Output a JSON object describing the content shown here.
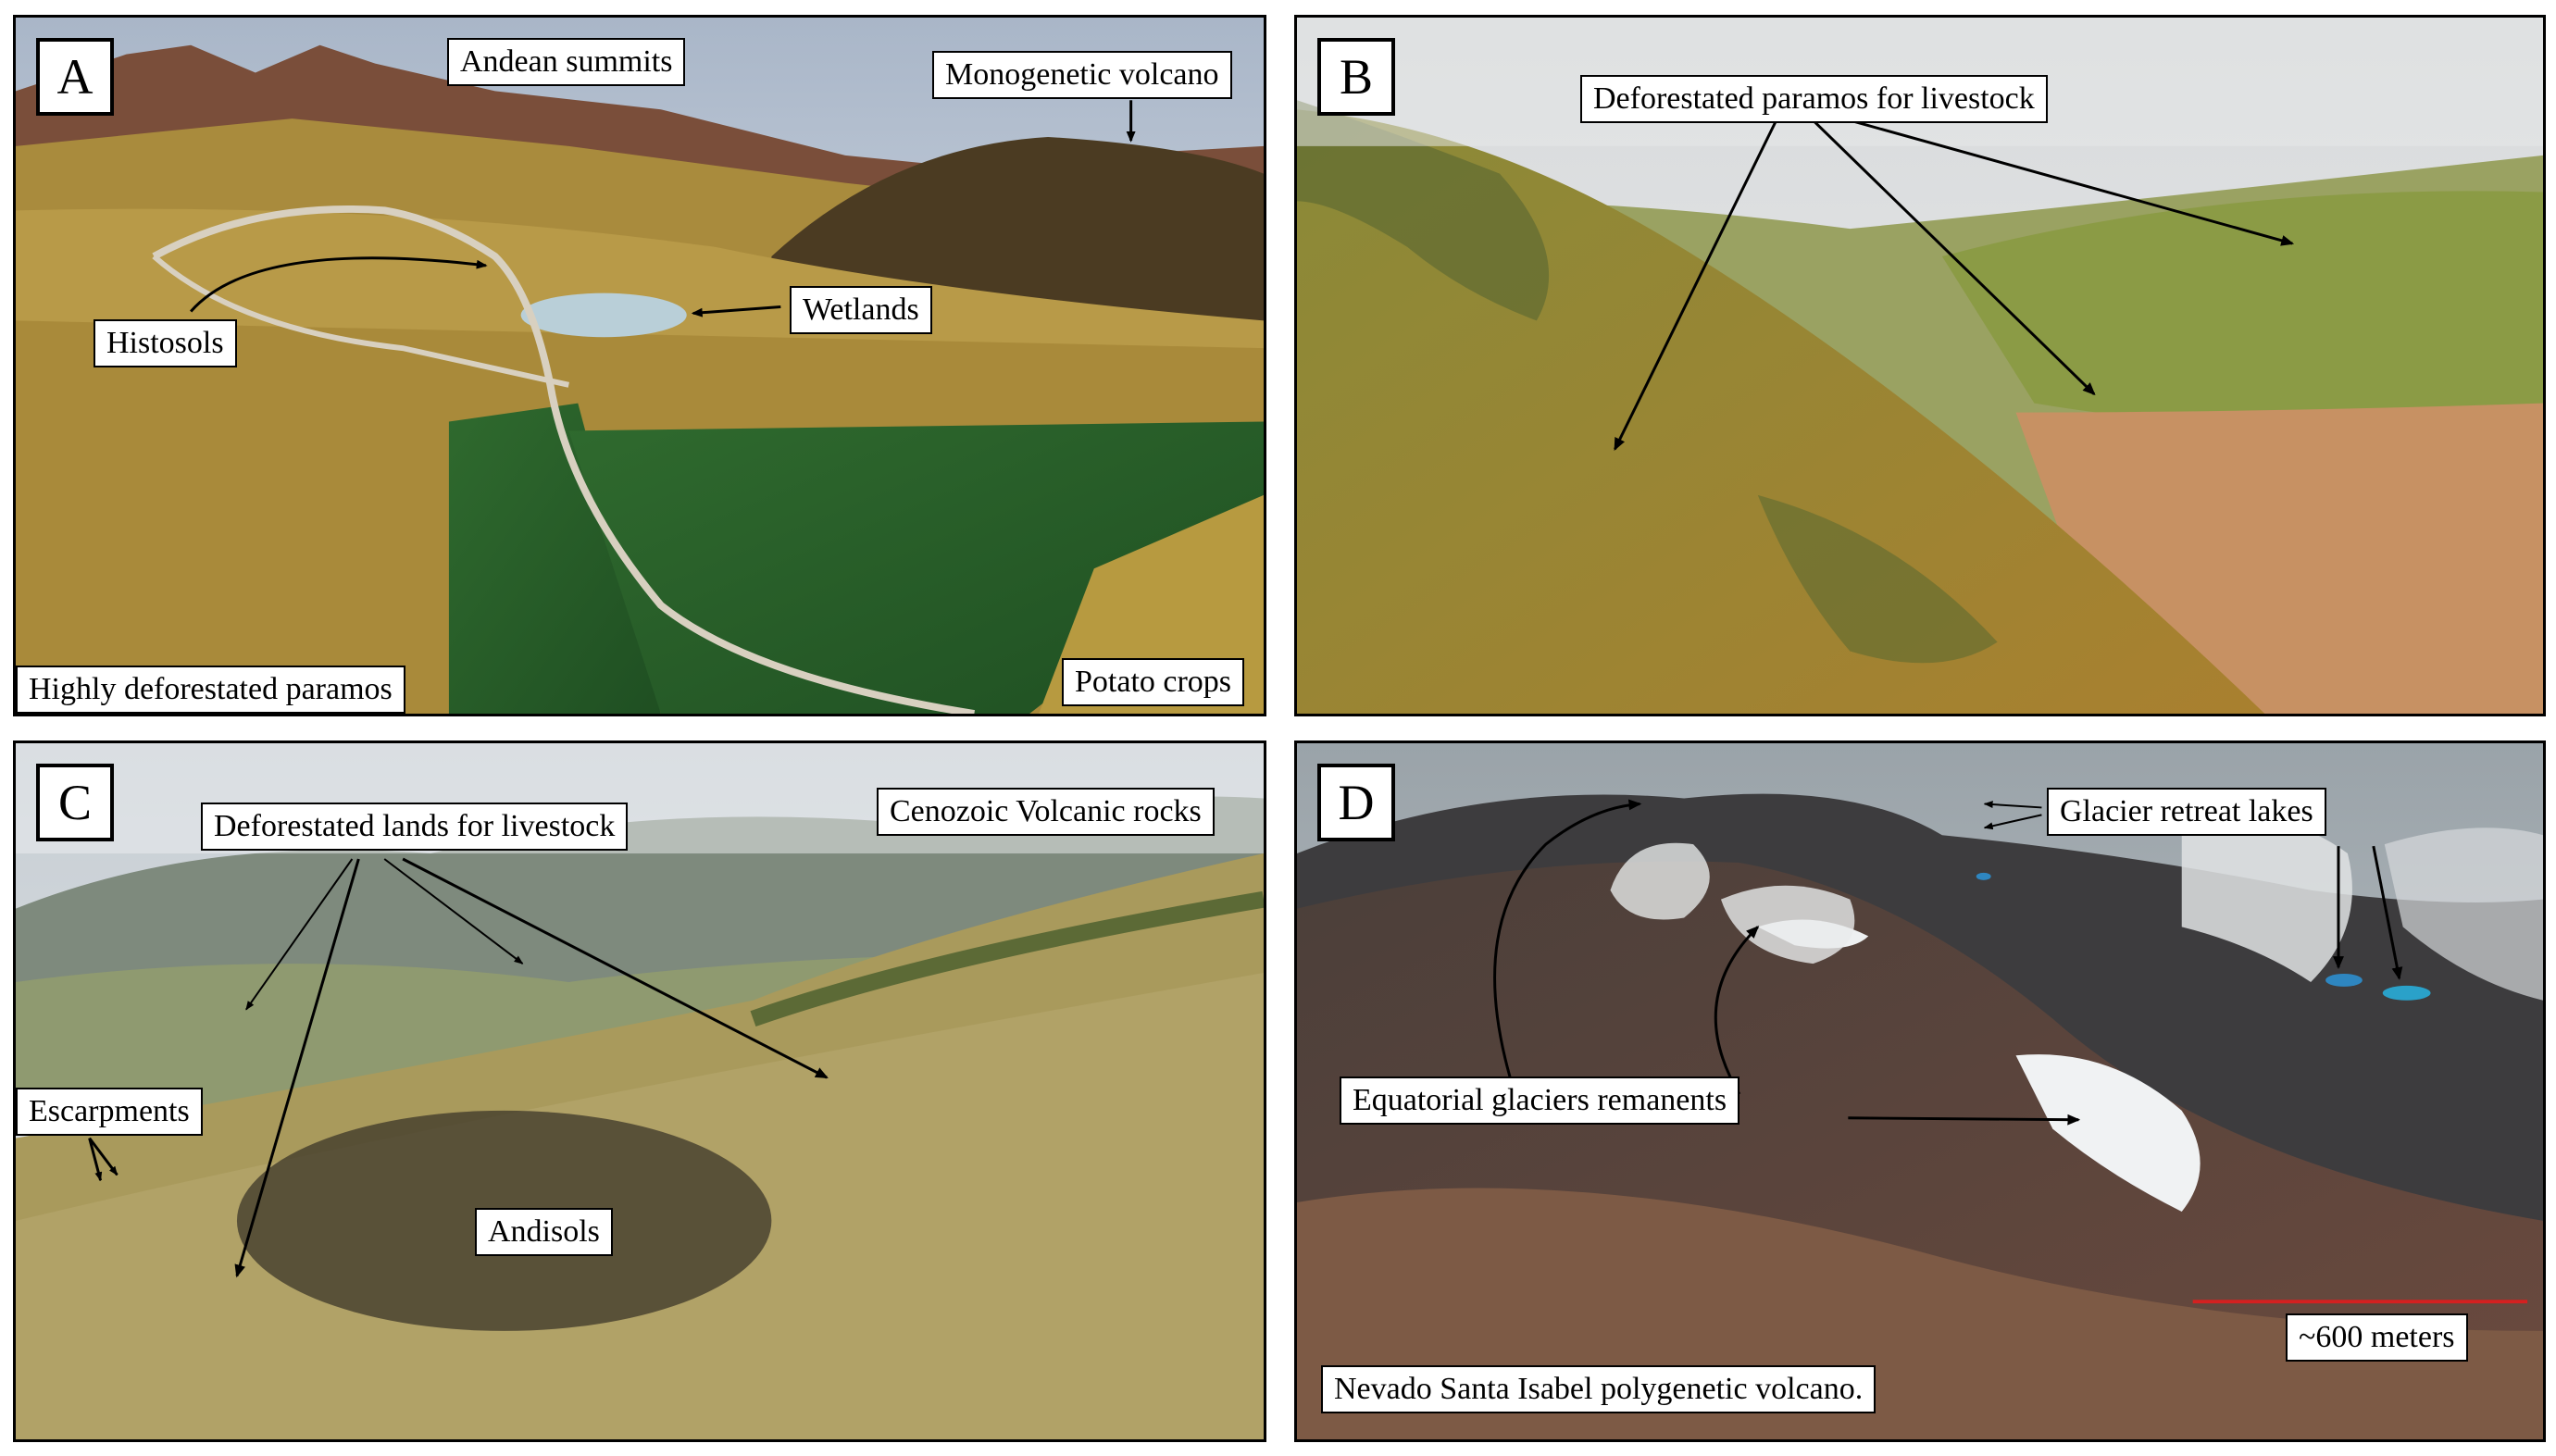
{
  "panels": {
    "a": {
      "letter": "A",
      "labels": {
        "andean_summits": "Andean summits",
        "monogenetic_volcano": "Monogenetic volcano",
        "histosols": "Histosols",
        "wetlands": "Wetlands",
        "highly_deforestated": "Highly deforestated paramos",
        "potato_crops": "Potato crops"
      }
    },
    "b": {
      "letter": "B",
      "labels": {
        "deforestated_paramos": "Deforestated paramos for livestock"
      }
    },
    "c": {
      "letter": "C",
      "labels": {
        "deforestated_lands": "Deforestated lands for livestock",
        "cenozoic_rocks": "Cenozoic Volcanic rocks",
        "escarpments": "Escarpments",
        "andisols": "Andisols"
      }
    },
    "d": {
      "letter": "D",
      "labels": {
        "glacier_lakes": "Glacier retreat lakes",
        "glaciers_remanents": "Equatorial glaciers remanents",
        "scale": "~600 meters",
        "volcano_name": "Nevado Santa Isabel polygenetic volcano."
      }
    }
  },
  "colors": {
    "scale_bar": "#d42020",
    "arrow": "#000000"
  }
}
